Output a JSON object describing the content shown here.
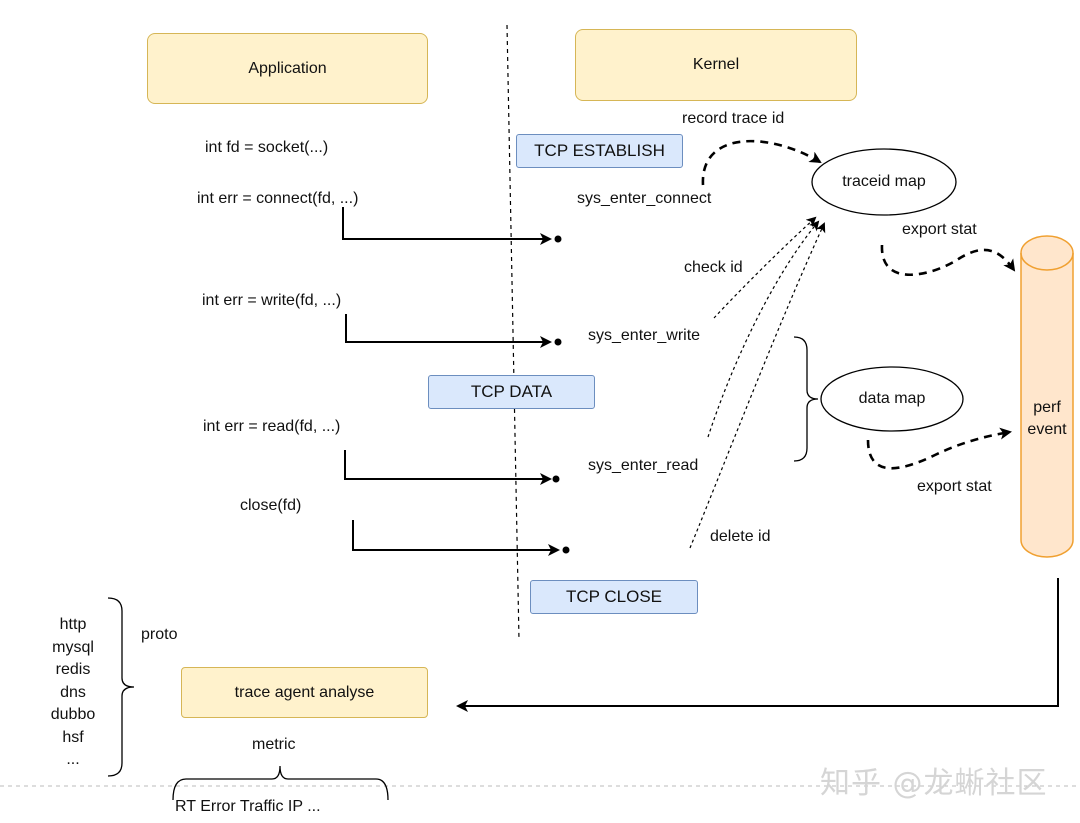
{
  "lanes": {
    "application": "Application",
    "kernel": "Kernel"
  },
  "tcp_states": {
    "establish": "TCP ESTABLISH",
    "data": "TCP DATA",
    "close": "TCP CLOSE"
  },
  "app_calls": {
    "socket": "int fd = socket(...)",
    "connect": "int err = connect(fd, ...)",
    "write": "int err = write(fd, ...)",
    "read": "int err = read(fd, ...)",
    "close": "close(fd)"
  },
  "kernel_hooks": {
    "connect": "sys_enter_connect",
    "write": "sys_enter_write",
    "read": "sys_enter_read"
  },
  "maps": {
    "traceid": "traceid map",
    "data": "data map"
  },
  "perf_event": {
    "line1": "perf",
    "line2": "event"
  },
  "edge_labels": {
    "record_trace_id": "record trace id",
    "check_id": "check id",
    "delete_id": "delete id",
    "export_stat_top": "export stat",
    "export_stat_bottom": "export stat"
  },
  "analysis": {
    "proto_label": "proto",
    "protocols": [
      "http",
      "mysql",
      "redis",
      "dns",
      "dubbo",
      "hsf",
      "..."
    ],
    "agent": "trace agent analyse",
    "metric_label": "metric",
    "metrics": "RT Error Traffic IP ..."
  },
  "watermark": "知乎 @龙蜥社区",
  "colors": {
    "yellow_fill": "#fff2cc",
    "yellow_stroke": "#d6b656",
    "blue_fill": "#dae8fc",
    "blue_stroke": "#6c8ebf",
    "perf_fill": "#ffe6cc",
    "perf_stroke": "#f0a030"
  }
}
